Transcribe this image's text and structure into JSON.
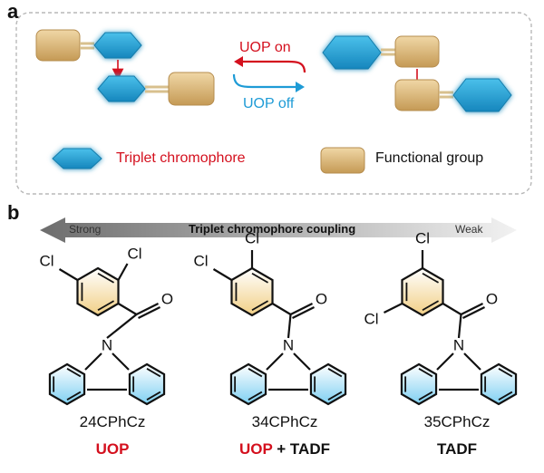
{
  "panel_a": {
    "letter": "a",
    "switch_on": "UOP on",
    "switch_off": "UOP off",
    "legend_chromophore": "Triplet chromophore",
    "legend_functional": "Functional group"
  },
  "panel_b": {
    "letter": "b",
    "coupling_label": "Triplet chromophore coupling",
    "strong": "Strong",
    "weak": "Weak",
    "molecules": [
      {
        "name": "24CPhCz",
        "tag_red": "UOP",
        "tag_joiner": "",
        "tag_black": ""
      },
      {
        "name": "34CPhCz",
        "tag_red": "UOP",
        "tag_joiner": " + ",
        "tag_black": "TADF"
      },
      {
        "name": "35CPhCz",
        "tag_red": "",
        "tag_joiner": "",
        "tag_black": "TADF"
      }
    ],
    "atom_cl": "Cl",
    "atom_o": "O",
    "atom_n": "N"
  },
  "colors": {
    "accent_red": "#d4101e",
    "accent_blue": "#1e9bd6",
    "chromophore": "#2aa7d6",
    "functional": "#d6b37a"
  }
}
